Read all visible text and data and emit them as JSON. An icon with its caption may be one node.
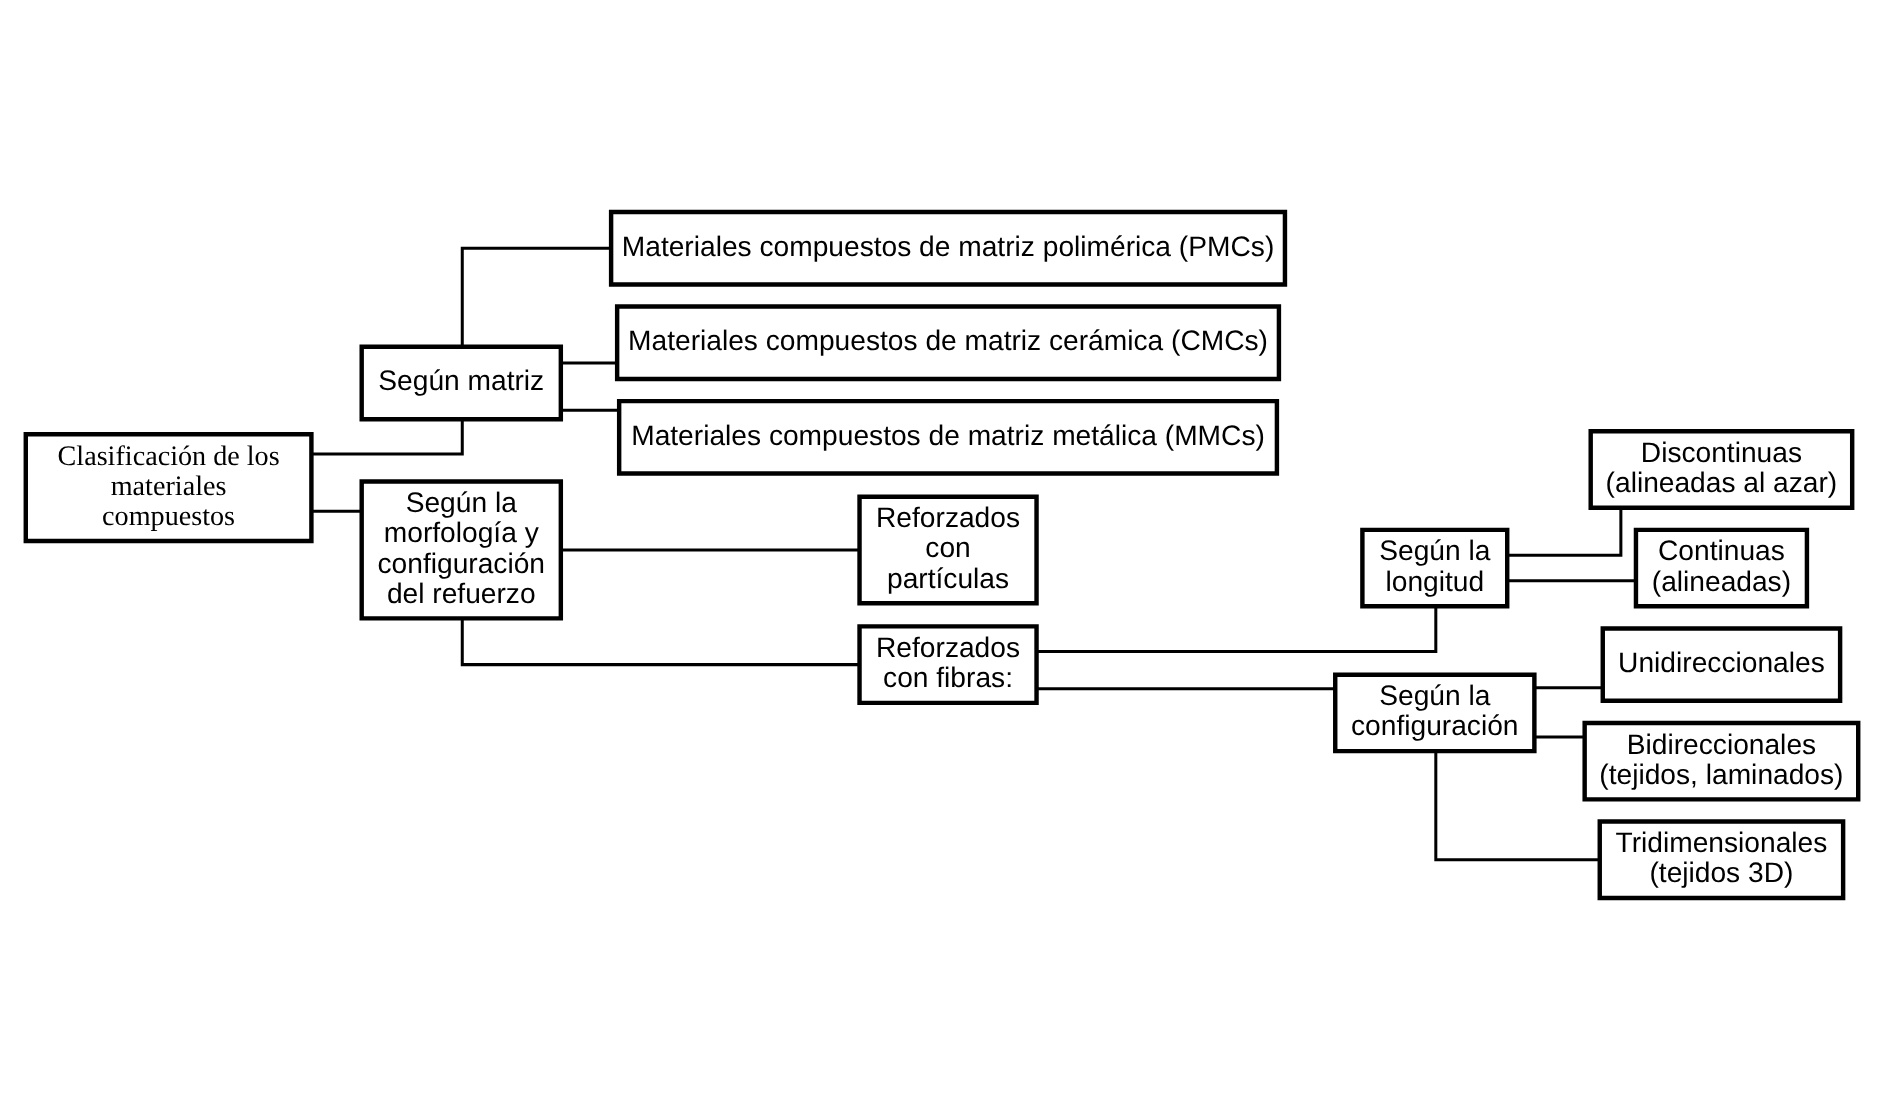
{
  "diagram": {
    "nodes": [
      {
        "text": [
          "Clasificación de los materiales compuestos"
        ]
      },
      {
        "text": [
          "Según matriz"
        ]
      },
      {
        "text": [
          "Materiales compuestos de matriz polimérica (PMCs)"
        ]
      },
      {
        "text": [
          "Materiales compuestos de matriz cerámica (CMCs)"
        ]
      },
      {
        "text": [
          "Materiales compuestos de matriz metálica (MMCs)"
        ]
      },
      {
        "text": [
          "Según la morfología y configuración del refuerzo"
        ]
      },
      {
        "text": [
          "Reforzados con partículas"
        ]
      },
      {
        "text": [
          "Reforzados con fibras:"
        ]
      },
      {
        "text": [
          "Según la longitud"
        ]
      },
      {
        "text": [
          "Discontinuas (alineadas al azar)"
        ]
      },
      {
        "text": [
          "Continuas (alineadas)"
        ]
      },
      {
        "text": [
          "Según la configuración"
        ]
      },
      {
        "text": [
          "Unidireccionales"
        ]
      },
      {
        "text": [
          "Bidireccionales (tejidos, laminados)"
        ]
      },
      {
        "text": [
          "Tridimensionales (tejidos 3D)"
        ]
      }
    ],
    "edges": [
      {
        "from": 0,
        "to": 1,
        "arrow": "none"
      },
      {
        "from": 0,
        "to": 5,
        "arrow": "none"
      },
      {
        "from": 1,
        "to": 2,
        "arrow": "none"
      },
      {
        "from": 1,
        "to": 3,
        "arrow": "none"
      },
      {
        "from": 1,
        "to": 4,
        "arrow": "none"
      },
      {
        "from": 5,
        "to": 6,
        "arrow": "none"
      },
      {
        "from": 5,
        "to": 7,
        "arrow": "none"
      },
      {
        "from": 7,
        "to": 8,
        "arrow": "none"
      },
      {
        "from": 7,
        "to": 11,
        "arrow": "none"
      },
      {
        "from": 8,
        "to": 9,
        "arrow": "none"
      },
      {
        "from": 8,
        "to": 10,
        "arrow": "none"
      },
      {
        "from": 11,
        "to": 12,
        "arrow": "none"
      },
      {
        "from": 11,
        "to": 13,
        "arrow": "none"
      },
      {
        "from": 11,
        "to": 14,
        "arrow": "none"
      }
    ]
  }
}
